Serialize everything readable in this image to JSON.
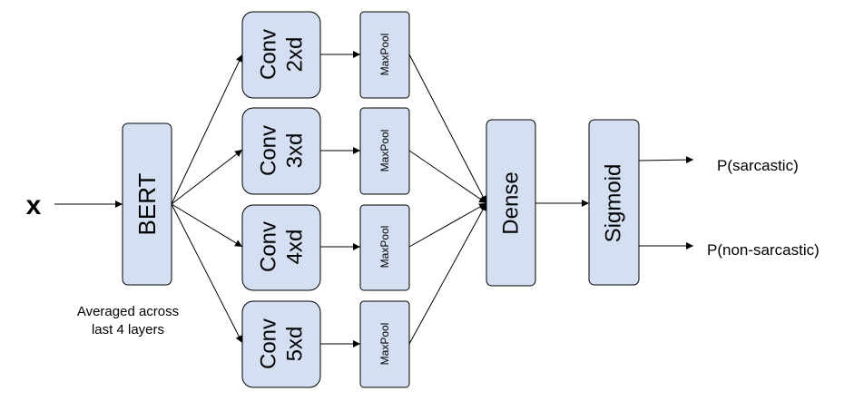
{
  "diagram": {
    "input_label": "x",
    "bert_label": "BERT",
    "bert_note_line1": "Averaged across",
    "bert_note_line2": "last 4 layers",
    "convs": [
      {
        "line1": "Conv",
        "line2": "2xd"
      },
      {
        "line1": "Conv",
        "line2": "3xd"
      },
      {
        "line1": "Conv",
        "line2": "4xd"
      },
      {
        "line1": "Conv",
        "line2": "5xd"
      }
    ],
    "maxpool_label": "MaxPool",
    "dense_label": "Dense",
    "sigmoid_label": "Sigmoid",
    "output_sarcastic": "P(sarcastic)",
    "output_non_sarcastic": "P(non-sarcastic)",
    "box_fill": "#d4dff2",
    "line_color": "#000000"
  }
}
